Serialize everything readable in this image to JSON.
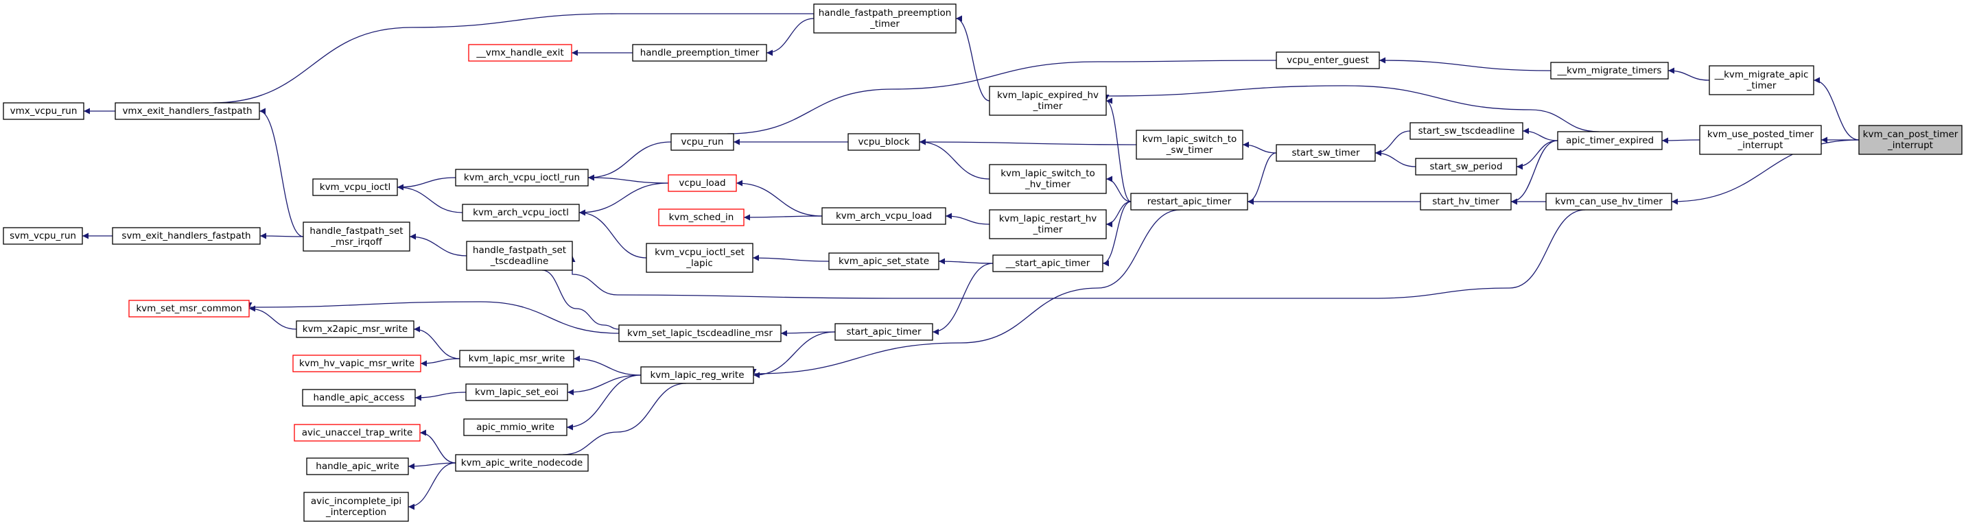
{
  "diagram": {
    "colors": {
      "edge": "#191970",
      "node_border": "#000000",
      "external_node_border": "#ff0000",
      "root_fill": "#bfbfbf",
      "background": "#ffffff"
    },
    "nodes": [
      {
        "id": "root",
        "lines": [
          "kvm_can_post_timer",
          "_interrupt"
        ]
      },
      {
        "id": "migrate_apic",
        "lines": [
          "__kvm_migrate_apic",
          "_timer"
        ]
      },
      {
        "id": "use_posted",
        "lines": [
          "kvm_use_posted_timer",
          "_interrupt"
        ]
      },
      {
        "id": "migrate_timers",
        "lines": [
          "__kvm_migrate_timers"
        ]
      },
      {
        "id": "apic_timer_expired",
        "lines": [
          "apic_timer_expired"
        ]
      },
      {
        "id": "can_use_hv",
        "lines": [
          "kvm_can_use_hv_timer"
        ]
      },
      {
        "id": "enter_guest",
        "lines": [
          "vcpu_enter_guest"
        ]
      },
      {
        "id": "hfp_timer",
        "lines": [
          "handle_fastpath_preemption",
          "_timer"
        ]
      },
      {
        "id": "expired_hv",
        "lines": [
          "kvm_lapic_expired_hv",
          "_timer"
        ]
      },
      {
        "id": "sw_tscdl",
        "lines": [
          "start_sw_tscdeadline"
        ]
      },
      {
        "id": "sw_period",
        "lines": [
          "start_sw_period"
        ]
      },
      {
        "id": "start_hv",
        "lines": [
          "start_hv_timer"
        ]
      },
      {
        "id": "start_sw",
        "lines": [
          "start_sw_timer"
        ]
      },
      {
        "id": "restart",
        "lines": [
          "restart_apic_timer"
        ]
      },
      {
        "id": "vcpu_run",
        "lines": [
          "vcpu_run"
        ]
      },
      {
        "id": "switch_sw",
        "lines": [
          "kvm_lapic_switch_to",
          "_sw_timer"
        ]
      },
      {
        "id": "vcpu_block",
        "lines": [
          "vcpu_block"
        ]
      },
      {
        "id": "switch_hv",
        "lines": [
          "kvm_lapic_switch_to",
          "_hv_timer"
        ]
      },
      {
        "id": "restart_hv",
        "lines": [
          "kvm_lapic_restart_hv",
          "_timer"
        ]
      },
      {
        "id": "arch_load",
        "lines": [
          "kvm_arch_vcpu_load"
        ]
      },
      {
        "id": "vcpu_load",
        "lines": [
          "vcpu_load"
        ]
      },
      {
        "id": "sched_in",
        "lines": [
          "kvm_sched_in"
        ]
      },
      {
        "id": "__start",
        "lines": [
          "__start_apic_timer"
        ]
      },
      {
        "id": "set_state",
        "lines": [
          "kvm_apic_set_state"
        ]
      },
      {
        "id": "ioctl_set_lapic",
        "lines": [
          "kvm_vcpu_ioctl_set",
          "_lapic"
        ]
      },
      {
        "id": "start_apic",
        "lines": [
          "start_apic_timer"
        ]
      },
      {
        "id": "set_tscdl_msr",
        "lines": [
          "kvm_set_lapic_tscdeadline_msr"
        ]
      },
      {
        "id": "reg_write",
        "lines": [
          "kvm_lapic_reg_write"
        ]
      },
      {
        "id": "hfp_tscdl",
        "lines": [
          "handle_fastpath_set",
          "_tscdeadline"
        ]
      },
      {
        "id": "set_msr_common",
        "lines": [
          "kvm_set_msr_common"
        ]
      },
      {
        "id": "x2apic_write",
        "lines": [
          "kvm_x2apic_msr_write"
        ]
      },
      {
        "id": "msr_write",
        "lines": [
          "kvm_lapic_msr_write"
        ]
      },
      {
        "id": "hv_vapic",
        "lines": [
          "kvm_hv_vapic_msr_write"
        ]
      },
      {
        "id": "set_eoi",
        "lines": [
          "kvm_lapic_set_eoi"
        ]
      },
      {
        "id": "handle_access",
        "lines": [
          "handle_apic_access"
        ]
      },
      {
        "id": "mmio_write",
        "lines": [
          "apic_mmio_write"
        ]
      },
      {
        "id": "nodecode",
        "lines": [
          "kvm_apic_write_nodecode"
        ]
      },
      {
        "id": "avic_unaccel",
        "lines": [
          "avic_unaccel_trap_write"
        ]
      },
      {
        "id": "handle_write",
        "lines": [
          "handle_apic_write"
        ]
      },
      {
        "id": "avic_incomplete",
        "lines": [
          "avic_incomplete_ipi",
          "_interception"
        ]
      },
      {
        "id": "arch_ioctl_run",
        "lines": [
          "kvm_arch_vcpu_ioctl_run"
        ]
      },
      {
        "id": "arch_ioctl",
        "lines": [
          "kvm_arch_vcpu_ioctl"
        ]
      },
      {
        "id": "vcpu_ioctl",
        "lines": [
          "kvm_vcpu_ioctl"
        ]
      },
      {
        "id": "hfp_msr_irqoff",
        "lines": [
          "handle_fastpath_set",
          "_msr_irqoff"
        ]
      },
      {
        "id": "vmx_exit_hfp",
        "lines": [
          "vmx_exit_handlers_fastpath"
        ]
      },
      {
        "id": "svm_exit_hfp",
        "lines": [
          "svm_exit_handlers_fastpath"
        ]
      },
      {
        "id": "vmx_vcpu_run",
        "lines": [
          "vmx_vcpu_run"
        ]
      },
      {
        "id": "svm_vcpu_run",
        "lines": [
          "svm_vcpu_run"
        ]
      },
      {
        "id": "vmx_handle_exit",
        "lines": [
          "__vmx_handle_exit"
        ]
      },
      {
        "id": "handle_preempt",
        "lines": [
          "handle_preemption_timer"
        ]
      }
    ]
  }
}
